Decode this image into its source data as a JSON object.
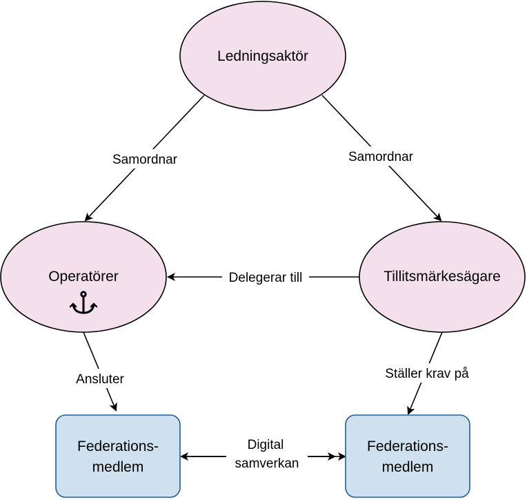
{
  "colors": {
    "ellipse_fill": "#f4dfed",
    "box_fill": "#cfe0ee",
    "box_stroke": "#1e5f8f",
    "line": "#000000",
    "background": "#ffffff"
  },
  "nodes": {
    "ledningsaktor": "Ledningsaktör",
    "operatorer": "Operatörer",
    "tillitsmarkesagare": "Tillitsmärkesägare",
    "federationsmedlem_left": {
      "line1": "Federations-",
      "line2": "medlem"
    },
    "federationsmedlem_right": {
      "line1": "Federations-",
      "line2": "medlem"
    }
  },
  "icons": {
    "operatorer_icon": "anchor-icon"
  },
  "edges": {
    "samordnar_left": "Samordnar",
    "samordnar_right": "Samordnar",
    "delegerar_till": "Delegerar till",
    "ansluter": "Ansluter",
    "staller_krav_pa": "Ställer krav på",
    "digital_samverkan": {
      "line1": "Digital",
      "line2": "samverkan"
    }
  }
}
